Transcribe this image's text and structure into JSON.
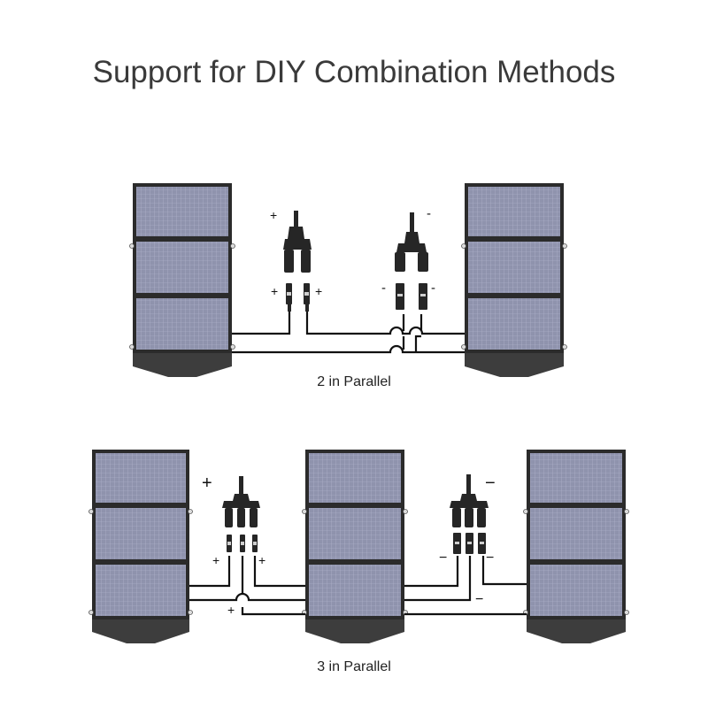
{
  "title": "Support for DIY Combination Methods",
  "colors": {
    "frame": "#2b2b2b",
    "panel_fill": "#8f93ad",
    "grid": "#b6b9cf",
    "base": "#3d3d3d",
    "connector": "#262626",
    "wire": "#111111",
    "text": "#3a3a3a"
  },
  "sections": [
    {
      "caption": "2 in Parallel",
      "panel_count": 2,
      "connectors": [
        {
          "name": "positive-y-branch-connector",
          "polarity": "+",
          "branches": 2,
          "labels": {
            "top": "+",
            "left": "+",
            "right": "+"
          }
        },
        {
          "name": "negative-y-branch-connector",
          "polarity": "-",
          "branches": 2,
          "labels": {
            "top": "-",
            "left": "-",
            "right": "-"
          }
        }
      ]
    },
    {
      "caption": "3 in Parallel",
      "panel_count": 3,
      "connectors": [
        {
          "name": "positive-3-branch-connector",
          "polarity": "+",
          "branches": 3,
          "labels": {
            "top": "+",
            "left": "+",
            "right": "+",
            "wire": "+"
          }
        },
        {
          "name": "negative-3-branch-connector",
          "polarity": "−",
          "branches": 3,
          "labels": {
            "top": "−",
            "left": "−",
            "right": "−",
            "wire": "−"
          }
        }
      ]
    }
  ]
}
